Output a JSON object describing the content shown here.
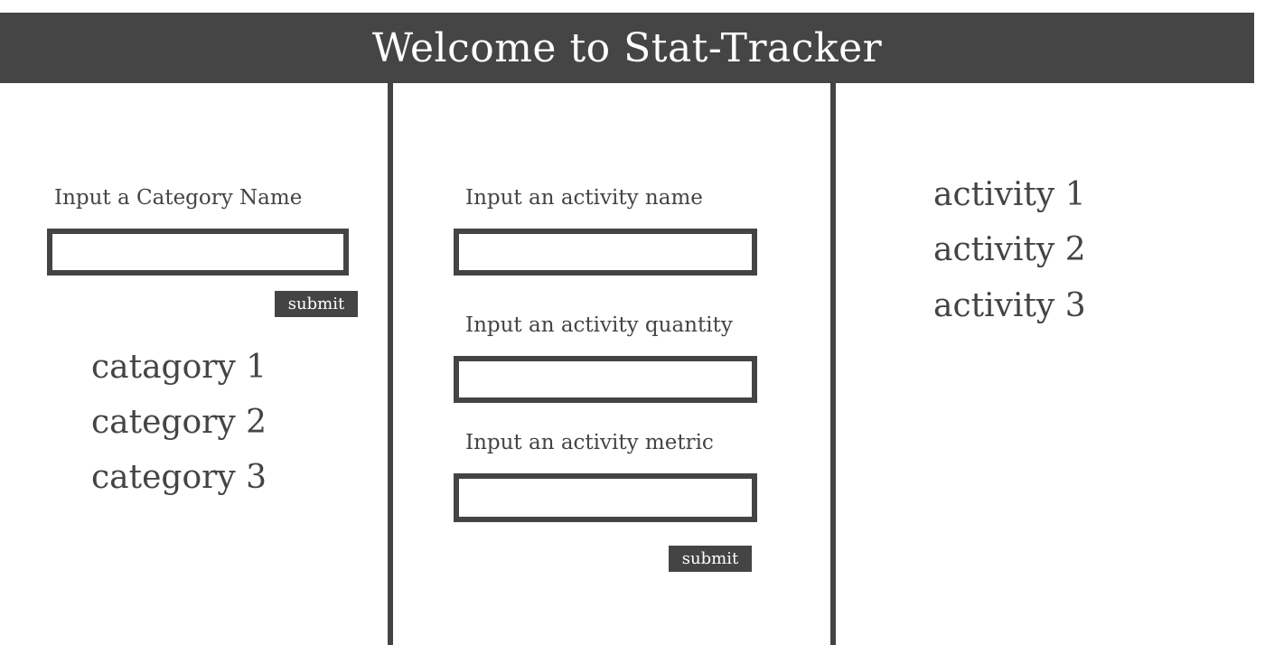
{
  "header": {
    "title": "Welcome to Stat-Tracker"
  },
  "category_panel": {
    "label": "Input a Category Name",
    "input_value": "",
    "submit_label": "submit",
    "items": [
      "catagory 1",
      "category 2",
      "category 3"
    ]
  },
  "activity_form": {
    "name_label": "Input an activity name",
    "name_value": "",
    "quantity_label": "Input an activity quantity",
    "quantity_value": "",
    "metric_label": "Input an activity metric",
    "metric_value": "",
    "submit_label": "submit"
  },
  "activity_panel": {
    "items": [
      "activity 1",
      "activity 2",
      "activity 3"
    ]
  },
  "colors": {
    "ink": "#444444",
    "background": "#ffffff"
  }
}
